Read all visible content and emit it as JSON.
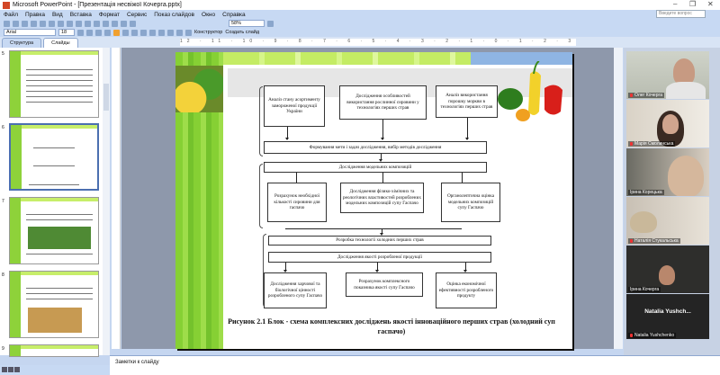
{
  "window": {
    "title": "Microsoft PowerPoint - [Презентація несвіжої Кочерга.pptx]",
    "minimize": "–",
    "restore": "❐",
    "close": "✕"
  },
  "menu": [
    "Файл",
    "Правка",
    "Вид",
    "Вставка",
    "Формат",
    "Сервис",
    "Показ слайдов",
    "Окно",
    "Справка"
  ],
  "help_placeholder": "Введите вопрос",
  "toolbar": {
    "zoom": "58%",
    "font": "Arial",
    "size": "18",
    "design": "Конструктор",
    "new_slide": "Создать слайд"
  },
  "tabs": [
    "Структура",
    "Слайды"
  ],
  "ruler": "12 · 11 · 10 · 9 · 8 · 7 · 6 · 5 · 4 · 3 · 2 · 1 · 0 · 1 · 2 · 3 · 4 · 5 · 6 · 7 · 8 · 9 · 10 · 11 · 12",
  "slides": [
    {
      "num": "5"
    },
    {
      "num": "6"
    },
    {
      "num": "7"
    },
    {
      "num": "8"
    },
    {
      "num": "9"
    }
  ],
  "diagram": {
    "row1": [
      "Аналіз стану асортименту замороженої продукції України",
      "Дослідження особливостей використання рослинної сировини у технологіях перших страв",
      "Аналіз використання порошку моркви в технологіях перших страв"
    ],
    "goal": "Формування мети і задач дослідження, вибір методів дослідження",
    "models": "Дослідження модельних композицій",
    "row3": [
      "Розрахунок необхідної кількості сировини для гаспачо",
      "Дослідження фізико-хімічних та реологічних властивостей розроблених модельних композицій супу Гаспачо",
      "Органолептична оцінка модельних композицій супу Гаспачо"
    ],
    "tech": "Розробка технології холодних перших страв",
    "quality": "Дослідження якості розробленої продукції",
    "row5": [
      "Дослідження харчової та біологічної цінності розробленого супу Гаспачо",
      "Розрахунок комплексного показника якості супу Гаспачо",
      "Оцінка економічної ефективності розробленого продукту"
    ],
    "caption": "Рисунок  2.1 Блок - схема комплексних досліджень якості інноваційного перших страв (холодний суп гаспачо)"
  },
  "participants": [
    {
      "name": "Олег Кочерга"
    },
    {
      "name": "Марія Смолинська"
    },
    {
      "name": "Ірина Корецька"
    },
    {
      "name": "Наталія Стукальська"
    },
    {
      "name": "Ірина Кочерга"
    },
    {
      "name": "Natalia Yushchenko",
      "display": "Natalia  Yushch..."
    }
  ],
  "notes_placeholder": "Заметки к слайду"
}
